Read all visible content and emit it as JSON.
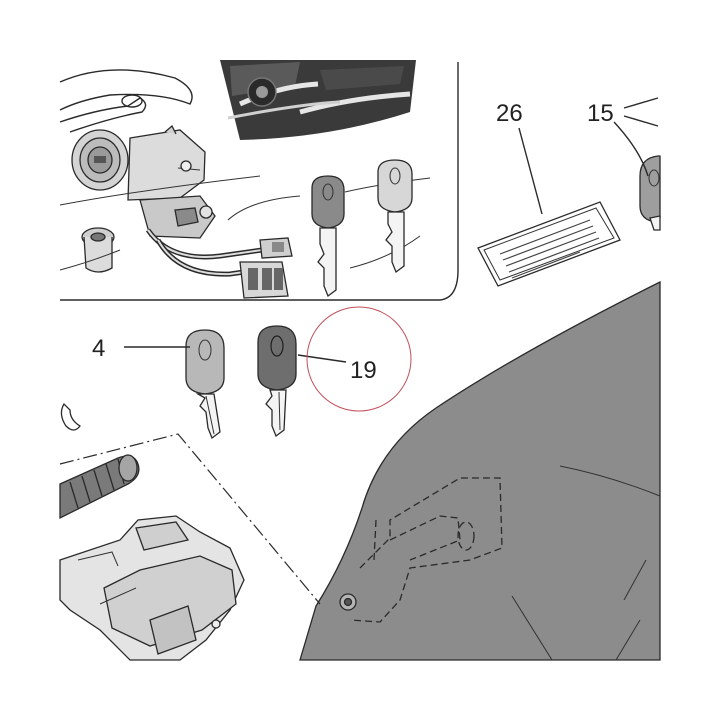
{
  "diagram": {
    "callouts": [
      {
        "id": "4",
        "label": "4"
      },
      {
        "id": "19",
        "label": "19"
      },
      {
        "id": "26",
        "label": "26"
      },
      {
        "id": "15",
        "label": "15"
      }
    ],
    "highlight_color": "#c0505a",
    "body_fill": "#8c8c8c",
    "key_dark_fill": "#6e6e6e",
    "key_light_fill": "#b9b9b9"
  }
}
